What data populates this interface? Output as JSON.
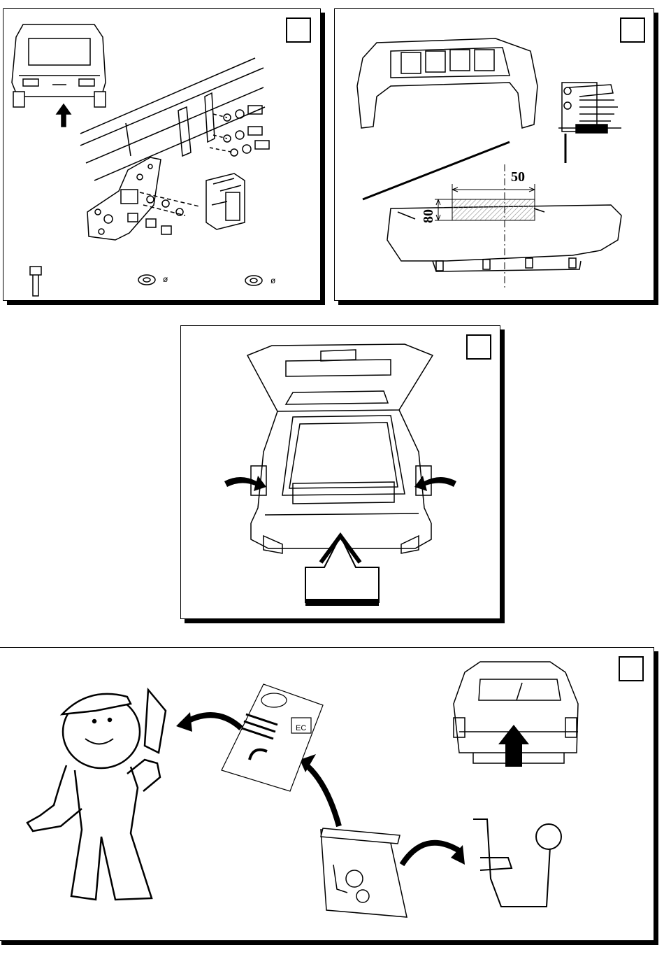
{
  "panel1": {
    "step_number": "",
    "washer_diameter_symbol_1": "ø",
    "washer_diameter_symbol_2": "ø"
  },
  "panel2": {
    "step_number": "",
    "dim_width": "50",
    "dim_height": "80"
  },
  "panel3": {
    "step_number": ""
  },
  "panel4": {
    "step_number": "",
    "manual_mark": "EC"
  },
  "colors": {
    "line": "#000000",
    "background": "#ffffff",
    "hatch": "#9a9a9a"
  }
}
